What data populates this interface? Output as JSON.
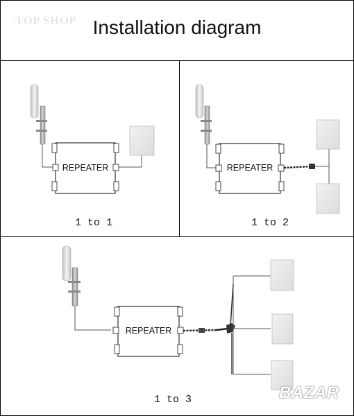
{
  "watermark": "TOP SHOP",
  "title": "Installation diagram",
  "repeater_label": "REPEATER",
  "panels": [
    {
      "caption": "1 to 1"
    },
    {
      "caption": "1 to 2"
    },
    {
      "caption": "1 to 3"
    }
  ],
  "logo": "BAZAR",
  "colors": {
    "line": "#555555",
    "box": "#333333",
    "antenna": "#cfcfcf",
    "cable": "#222222"
  }
}
